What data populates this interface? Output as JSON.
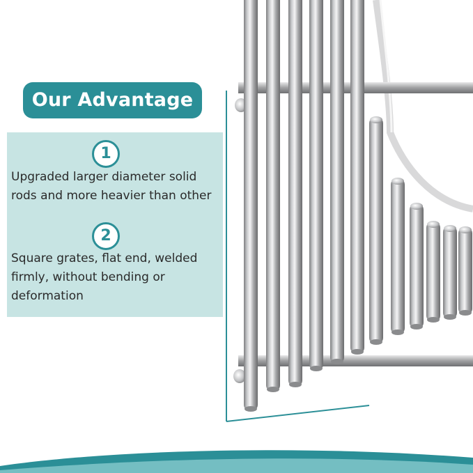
{
  "heading": "Our Advantage",
  "advantages": [
    {
      "number": "1",
      "text": "Upgraded larger diameter solid\nrods and more heavier than other"
    },
    {
      "number": "2",
      "text": "Square grates, flat end, welded\nfirmly, without bending or\ndeformation"
    }
  ],
  "colors": {
    "accent": "#2b8f97",
    "panel": "#c7e4e3",
    "text": "#2a2a2a",
    "steel": "#c9cacc"
  }
}
